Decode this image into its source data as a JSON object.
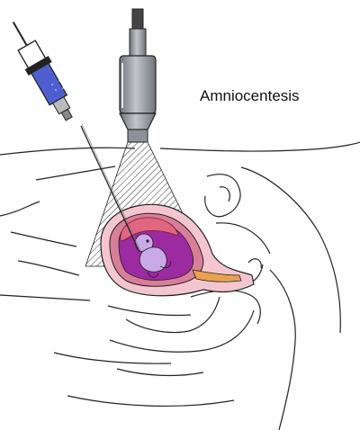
{
  "title": "Amniocentesis",
  "colors": {
    "line": "#222222",
    "probe": "#9aa0a6",
    "probe_dark": "#6f747a",
    "syringe_liquid": "#4d5fd0",
    "uterus_outer": "#f3c6cf",
    "uterus_wall": "#d97e98",
    "amniotic_fluid": "#9c2aa0",
    "fetus": "#c9a9e6",
    "placenta": "#e1667f",
    "cervix": "#e9a24c",
    "background": "#ffffff"
  },
  "parts": {
    "transducer": "ultrasound-transducer",
    "needle": "syringe-needle",
    "beam": "ultrasound-beam"
  }
}
